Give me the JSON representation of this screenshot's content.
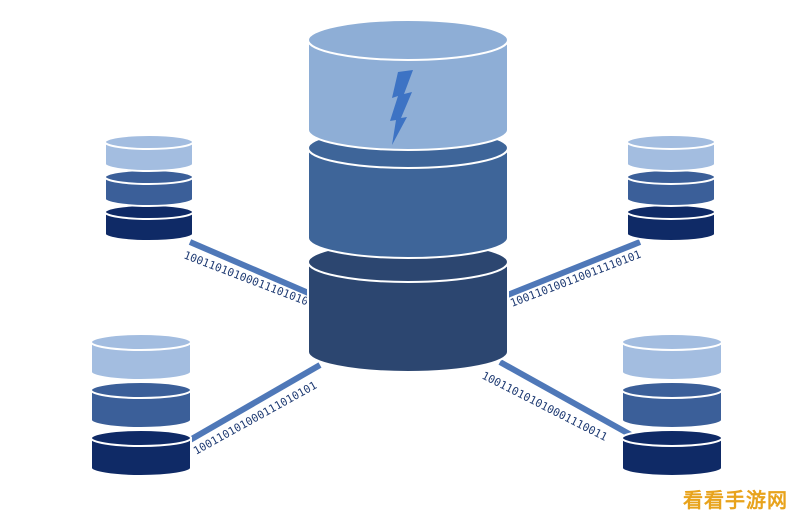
{
  "diagram": {
    "center": {
      "name": "central-database",
      "tiers": [
        "#8eaed6",
        "#3e6599",
        "#2c4670"
      ],
      "icon": "lightning-bolt-icon"
    },
    "satellites": [
      {
        "name": "database-top-left",
        "tiers": [
          "#a3bde0",
          "#3b5f99",
          "#0f2a66"
        ]
      },
      {
        "name": "database-bottom-left",
        "tiers": [
          "#a3bde0",
          "#3b5f99",
          "#0f2a66"
        ]
      },
      {
        "name": "database-top-right",
        "tiers": [
          "#a3bde0",
          "#3b5f99",
          "#0f2a66"
        ]
      },
      {
        "name": "database-bottom-right",
        "tiers": [
          "#a3bde0",
          "#3b5f99",
          "#0f2a66"
        ]
      }
    ],
    "links": [
      {
        "name": "link-top-left",
        "bits": "10011010100011101010"
      },
      {
        "name": "link-bottom-left",
        "bits": "100110101000111010101"
      },
      {
        "name": "link-top-right",
        "bits": "100110100110011110101"
      },
      {
        "name": "link-bottom-right",
        "bits": "100110101010001110011"
      }
    ],
    "link_color": "#4f78b8"
  },
  "watermark": {
    "text": "看看手游网"
  }
}
